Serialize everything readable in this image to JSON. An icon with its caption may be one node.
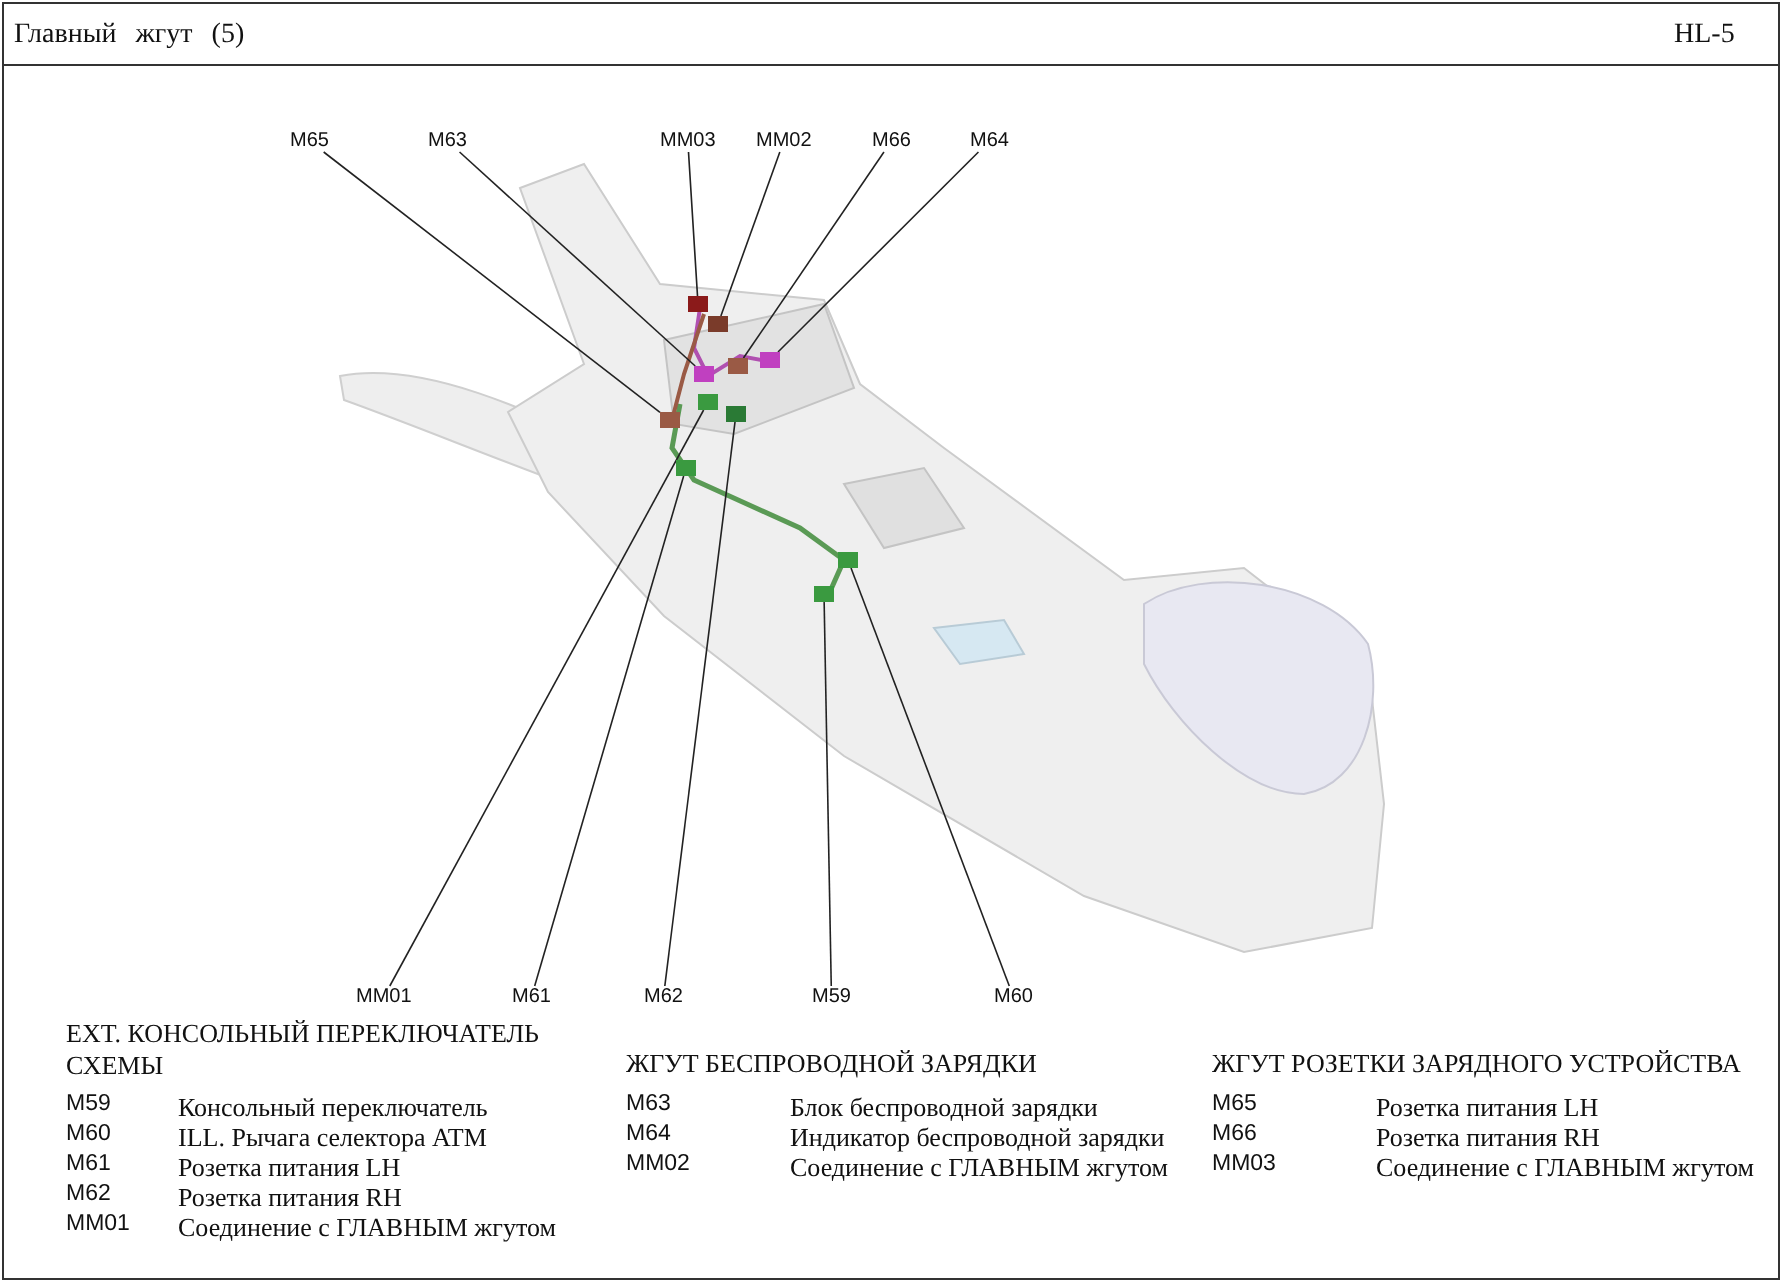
{
  "diagram": {
    "title": "Главный жгут (5)",
    "nodes": [
      {
        "text": [
          "M65"
        ]
      },
      {
        "text": [
          "M63"
        ]
      },
      {
        "text": [
          "MM03"
        ]
      },
      {
        "text": [
          "MM02"
        ]
      },
      {
        "text": [
          "M66"
        ]
      },
      {
        "text": [
          "M64"
        ]
      },
      {
        "text": [
          "MM01"
        ]
      },
      {
        "text": [
          "M61"
        ]
      },
      {
        "text": [
          "M62"
        ]
      },
      {
        "text": [
          "M59"
        ]
      },
      {
        "text": [
          "M60"
        ]
      },
      {
        "text": [],
        "shape": "box"
      },
      {
        "text": [],
        "shape": "box"
      },
      {
        "text": [],
        "shape": "box"
      },
      {
        "text": [],
        "shape": "box"
      },
      {
        "text": [],
        "shape": "box"
      },
      {
        "text": [],
        "shape": "box"
      },
      {
        "text": [],
        "shape": "box"
      },
      {
        "text": [],
        "shape": "box"
      },
      {
        "text": [],
        "shape": "box"
      },
      {
        "text": [],
        "shape": "box"
      },
      {
        "text": [],
        "shape": "box"
      }
    ],
    "edges": [
      {
        "from": 0,
        "to": 11,
        "arrow": "none"
      },
      {
        "from": 1,
        "to": 12,
        "arrow": "none"
      },
      {
        "from": 2,
        "to": 13,
        "arrow": "none"
      },
      {
        "from": 3,
        "to": 14,
        "arrow": "none"
      },
      {
        "from": 4,
        "to": 15,
        "arrow": "none"
      },
      {
        "from": 5,
        "to": 16,
        "arrow": "none"
      },
      {
        "from": 6,
        "to": 17,
        "arrow": "none"
      },
      {
        "from": 7,
        "to": 18,
        "arrow": "none"
      },
      {
        "from": 8,
        "to": 19,
        "arrow": "none"
      },
      {
        "from": 9,
        "to": 20,
        "arrow": "none"
      },
      {
        "from": 10,
        "to": 21,
        "arrow": "none"
      }
    ],
    "labels": [
      "HL-5",
      "EXT. КОНСОЛЬНЫЙ ПЕРЕКЛЮЧАТЕЛЬ СХЕМЫ",
      "M59",
      "Консольный переключатель",
      "M60",
      "ILL. Рычага селектора ATM",
      "M61",
      "Розетка питания LH",
      "M62",
      "Розетка питания RH",
      "MM01",
      "Соединение с ГЛАВНЫМ жгутом",
      "ЖГУТ БЕСПРОВОДНОЙ ЗАРЯДКИ",
      "M63",
      "Блок беспроводной зарядки",
      "M64",
      "Индикатор беспроводной зарядки",
      "MM02",
      "Соединение с ГЛАВНЫМ жгутом",
      "ЖГУТ РОЗЕТКИ ЗАРЯДНОГО УСТРОЙСТВА",
      "M65",
      "Розетка питания LH",
      "M66",
      "Розетка питания RH",
      "MM03",
      "Соединение с ГЛАВНЫМ жгутом"
    ]
  }
}
